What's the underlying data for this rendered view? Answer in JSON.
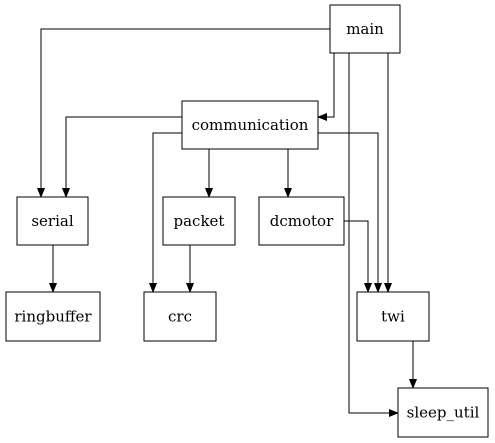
{
  "nodes": [
    {
      "id": "main",
      "label": "main"
    },
    {
      "id": "communication",
      "label": "communication"
    },
    {
      "id": "serial",
      "label": "serial"
    },
    {
      "id": "packet",
      "label": "packet"
    },
    {
      "id": "dcmotor",
      "label": "dcmotor"
    },
    {
      "id": "ringbuffer",
      "label": "ringbuffer"
    },
    {
      "id": "crc",
      "label": "crc"
    },
    {
      "id": "twi",
      "label": "twi"
    },
    {
      "id": "sleep_util",
      "label": "sleep_util"
    }
  ],
  "edges": [
    {
      "from": "main",
      "to": "serial"
    },
    {
      "from": "main",
      "to": "communication"
    },
    {
      "from": "main",
      "to": "twi"
    },
    {
      "from": "main",
      "to": "sleep_util"
    },
    {
      "from": "communication",
      "to": "serial"
    },
    {
      "from": "communication",
      "to": "packet"
    },
    {
      "from": "communication",
      "to": "dcmotor"
    },
    {
      "from": "communication",
      "to": "crc"
    },
    {
      "from": "communication",
      "to": "twi"
    },
    {
      "from": "serial",
      "to": "ringbuffer"
    },
    {
      "from": "packet",
      "to": "crc"
    },
    {
      "from": "dcmotor",
      "to": "twi"
    },
    {
      "from": "twi",
      "to": "sleep_util"
    }
  ]
}
